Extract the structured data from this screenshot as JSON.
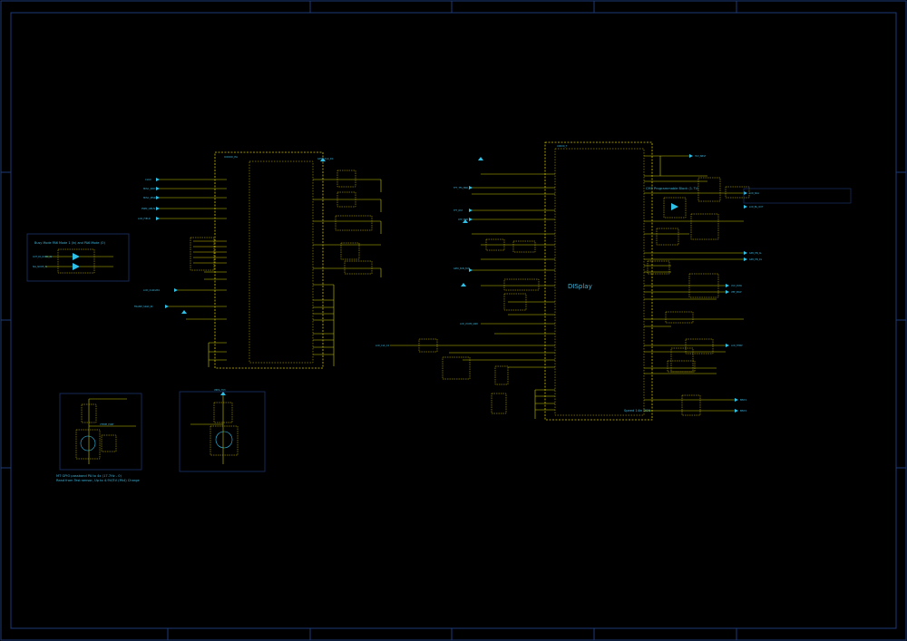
{
  "colors": {
    "background": "#000000",
    "frame": "#1e3a78",
    "wire": "#c8c800",
    "component": "#d0c000",
    "label": "#3fb4d8",
    "arrow": "#2fc0e8"
  },
  "sheet": {
    "main_chip_label": "DISplay",
    "chip_footer_label": "Speed 14in DSN"
  },
  "notes": {
    "left_box_title": "Busy Mode PA6 Mode 1 (In) and PA6 Mode (O)",
    "bottom_left_note_1": "MT GPIO passband PA to 4x (17.7Hz - 0)",
    "bottom_left_note_2": "Read from Test sensor, Up to 4.9V/5V (PA4) Charge",
    "top_right_note": "CM3 Programmable Block (1.7V)"
  },
  "labels": {
    "u1_header": "U0000_PA",
    "u2_header": "U0000_T",
    "signal_a": "OUT_PA_ROBO_IN",
    "signal_b": "FRAME_SIGN_IN",
    "signal_c": "GPIO_BUS_BUS",
    "signal_d": "VTEMP_PORT",
    "signal_e": "GPIO_CLK_D4",
    "signal_f": "LCD_CLK_C4"
  }
}
